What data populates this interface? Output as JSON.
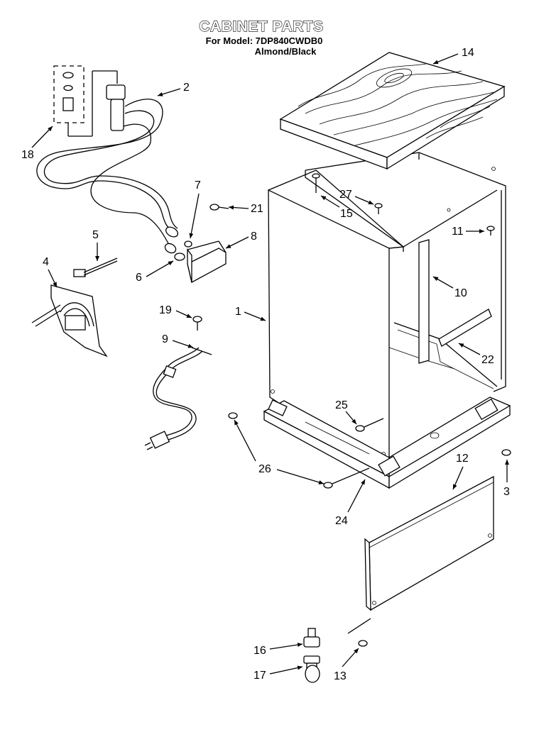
{
  "header": {
    "title": "CABINET PARTS",
    "model_line": "For Model: 7DP840CWDB0",
    "color_line": "Almond/Black"
  },
  "callouts": {
    "c1": "1",
    "c2": "2",
    "c3": "3",
    "c4": "4",
    "c5": "5",
    "c6": "6",
    "c7": "7",
    "c8": "8",
    "c9": "9",
    "c10": "10",
    "c11": "11",
    "c12": "12",
    "c13": "13",
    "c14": "14",
    "c15": "15",
    "c16": "16",
    "c17": "17",
    "c18": "18",
    "c19": "19",
    "c21": "21",
    "c22": "22",
    "c24": "24",
    "c25": "25",
    "c26": "26",
    "c27": "27"
  }
}
